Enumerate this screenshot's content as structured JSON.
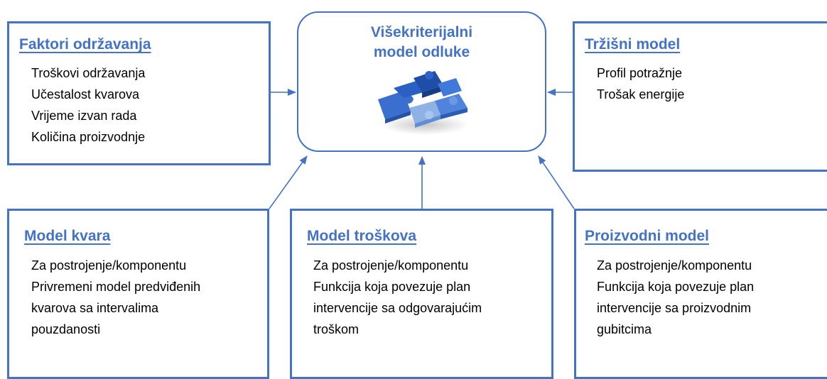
{
  "colors": {
    "accent": "#4472c4",
    "text": "#000000",
    "puzzle_dark": "#1f4ea8",
    "puzzle_light": "#8fb2e6"
  },
  "center": {
    "title_line1": "Višekriterijalni",
    "title_line2": "model odluke",
    "icon": "puzzle-pieces-icon"
  },
  "boxes": {
    "maintenance": {
      "title": "Faktori održavanja",
      "lines": [
        "Troškovi održavanja",
        "Učestalost kvarova",
        "Vrijeme izvan rada",
        "Količina proizvodnje"
      ]
    },
    "market": {
      "title": "Tržišni model",
      "lines": [
        "Profil potražnje",
        "Trošak energije"
      ]
    },
    "failure": {
      "title": "Model kvara",
      "lines": [
        "Za postrojenje/komponentu",
        "Privremeni model predviđenih",
        "kvarova sa intervalima",
        "pouzdanosti"
      ]
    },
    "cost": {
      "title": "Model troškova",
      "lines": [
        "Za postrojenje/komponentu",
        "Funkcija koja povezuje plan",
        "intervencije sa odgovarajućim",
        "troškom"
      ]
    },
    "production": {
      "title": "Proizvodni model",
      "lines": [
        "Za postrojenje/komponentu",
        "Funkcija koja povezuje plan",
        "intervencije sa proizvodnim",
        "gubitcima"
      ]
    }
  }
}
